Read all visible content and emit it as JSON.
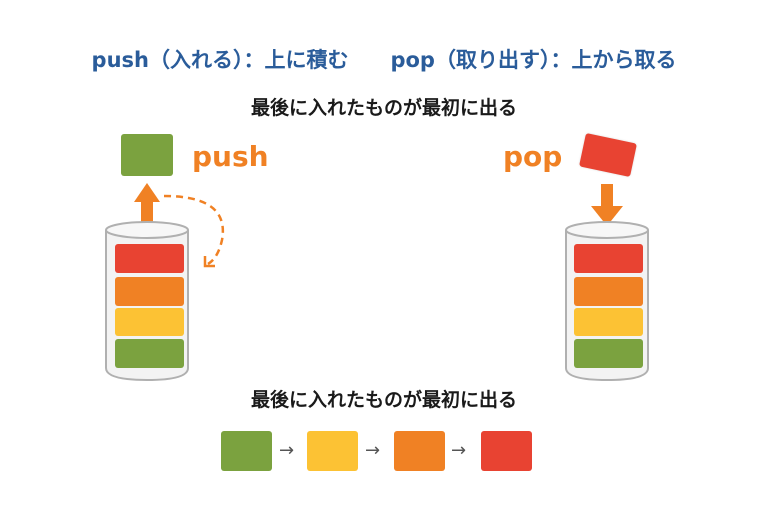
{
  "title": "push（入れる）：上に積む　　pop（取り出す）：上から取る",
  "subtitle_top": "最後に入れたものが最初に出る",
  "subtitle_bottom": "最後に入れたものが最初に出る",
  "push": {
    "label": "push",
    "moving_block_color": "#7ba23f",
    "stack_colors_top_to_bottom": [
      "#e84332",
      "#f08124",
      "#fcc234",
      "#7ba23f"
    ]
  },
  "pop": {
    "label": "pop",
    "moving_block_color": "#e84332",
    "stack_colors_top_to_bottom": [
      "#e84332",
      "#f08124",
      "#fcc234",
      "#7ba23f"
    ]
  },
  "sequence": {
    "colors": [
      "#7ba23f",
      "#fcc234",
      "#f08124",
      "#e84332"
    ],
    "arrow_glyph": "→"
  },
  "colors": {
    "accent_orange": "#f08124",
    "heading_blue": "#2a5c9a",
    "arrow_gray": "#555555"
  }
}
